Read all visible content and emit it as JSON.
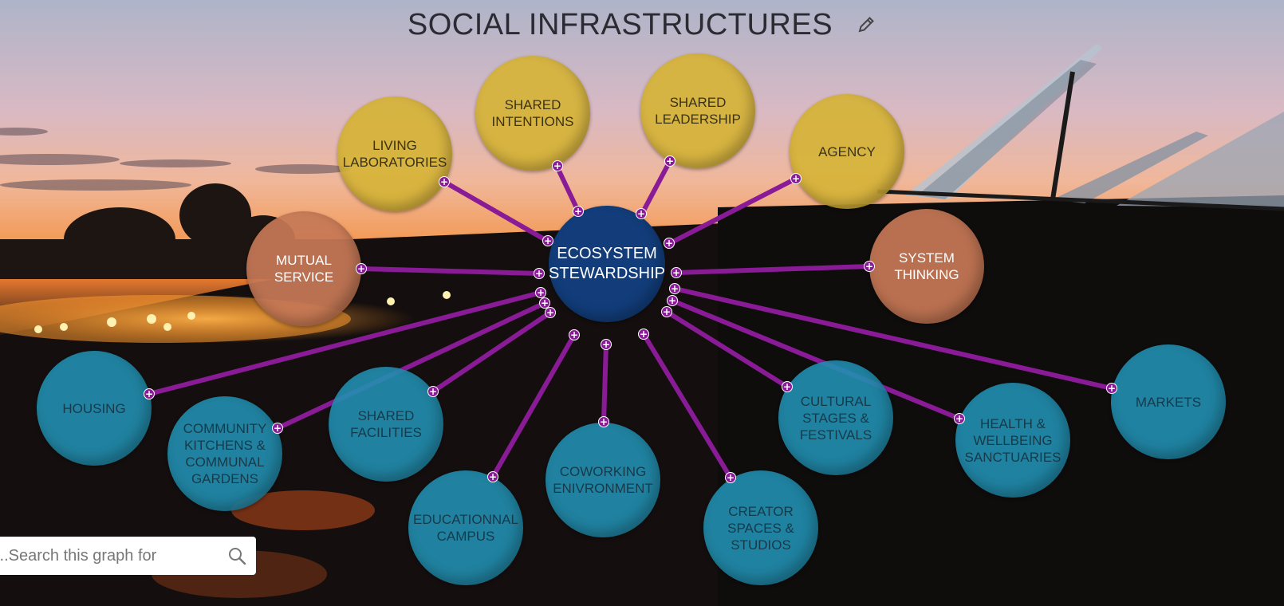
{
  "title": "SOCIAL INFRASTRUCTURES",
  "search": {
    "placeholder": "Search this graph for..."
  },
  "colors": {
    "gold": "#d6b337",
    "copper": "#c67856",
    "teal": "#218fb0",
    "center": "#123d7a",
    "edge": "#8a1b97"
  },
  "nodes": {
    "center": [
      "ECOSYSTEM",
      "STEWARDSHIP"
    ],
    "living_laboratories": [
      "LIVING",
      "LABORATORIES"
    ],
    "shared_intentions": [
      "SHARED",
      "INTENTIONS"
    ],
    "shared_leadership": [
      "SHARED",
      "LEADERSHIP"
    ],
    "agency": [
      "AGENCY"
    ],
    "mutual_service": [
      "MUTUAL",
      "SERVICE"
    ],
    "system_thinking": [
      "SYSTEM",
      "THINKING"
    ],
    "housing": [
      "HOUSING"
    ],
    "community_kitchens": [
      "COMMUNITY",
      "KITCHENS &",
      "COMMUNAL",
      "GARDENS"
    ],
    "shared_facilities": [
      "SHARED",
      "FACILITIES"
    ],
    "educational_campus": [
      "EDUCATIONNAL",
      "CAMPUS"
    ],
    "coworking": [
      "COWORKING",
      "ENIVRONMENT"
    ],
    "creator_spaces": [
      "CREATOR",
      "SPACES &",
      "STUDIOS"
    ],
    "cultural_stages": [
      "CULTURAL",
      "STAGES &",
      "FESTIVALS"
    ],
    "health_wellbeing": [
      "HEALTH &",
      "WELLBEING",
      "SANCTUARIES"
    ],
    "markets": [
      "MARKETS"
    ]
  }
}
